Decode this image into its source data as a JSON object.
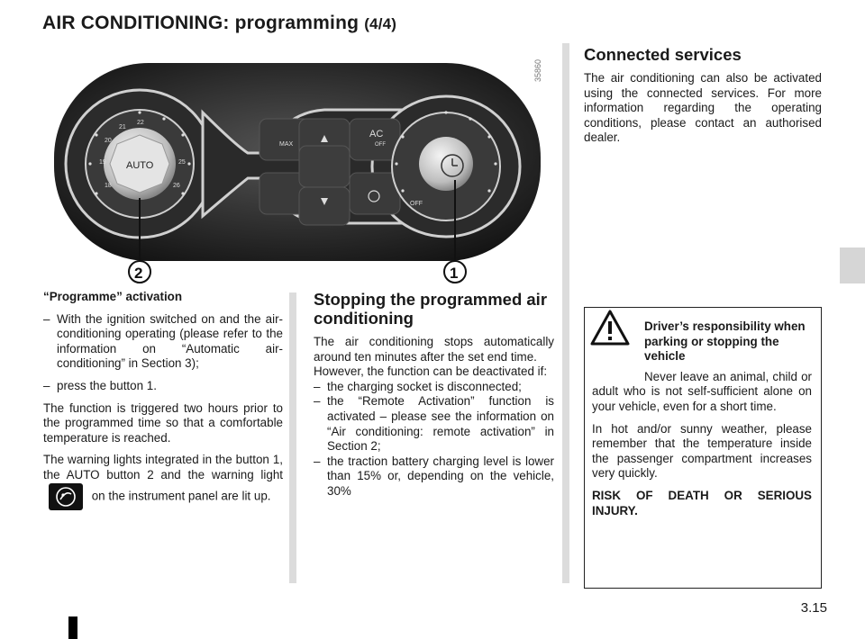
{
  "header": {
    "title": "AIR CONDITIONING: programming",
    "title_suffix": "(4/4)"
  },
  "figure": {
    "code": "35860",
    "callout_1": "1",
    "callout_2": "2",
    "auto_label": "AUTO",
    "ac_label": "AC",
    "ac_sub": "OFF",
    "max_label": "MAX",
    "off_label": "OFF",
    "dial_numbers": [
      "18",
      "19",
      "20",
      "21",
      "22",
      "25",
      "26"
    ]
  },
  "left_col": {
    "heading": "“Programme” activation",
    "items": [
      "With the ignition switched on and the air-conditioning operating (please refer to the information on “Automatic air-conditioning” in Section 3);",
      "press the button 1."
    ],
    "para1": "The function is triggered two hours prior to the programmed time so that a comfortable temperature is reached.",
    "para2_a": "The warning lights integrated in the button 1, the AUTO button 2 and the warning light",
    "para2_b": "on the instrument panel are lit up."
  },
  "mid_col": {
    "heading": "Stopping the programmed air conditioning",
    "para1": "The air conditioning stops automatically around ten minutes after the set end time.",
    "para2": "However, the function can be deactivated if:",
    "items": [
      "the charging socket is disconnected;",
      "the “Remote Activation” function is activated – please see the information on “Air conditioning: remote activation” in Section 2;",
      "the traction battery charging level is lower than 15% or, depending on the vehicle, 30%"
    ]
  },
  "right_col": {
    "heading": "Connected services",
    "para": "The air conditioning can also be activated using the connected services. For more information regarding the operating conditions, please contact an authorised dealer."
  },
  "warning": {
    "heading": "Driver’s responsibility when parking or stopping the vehicle",
    "para1": "Never leave an animal, child or adult who is not self-sufficient alone on your vehicle, even for a short time.",
    "para2": "In hot and/or sunny weather, please remember that the temperature inside the passenger compartment increases very quickly.",
    "para3": "RISK OF DEATH OR SERIOUS INJURY."
  },
  "footer": {
    "page_number": "3.15"
  },
  "dash": "–"
}
